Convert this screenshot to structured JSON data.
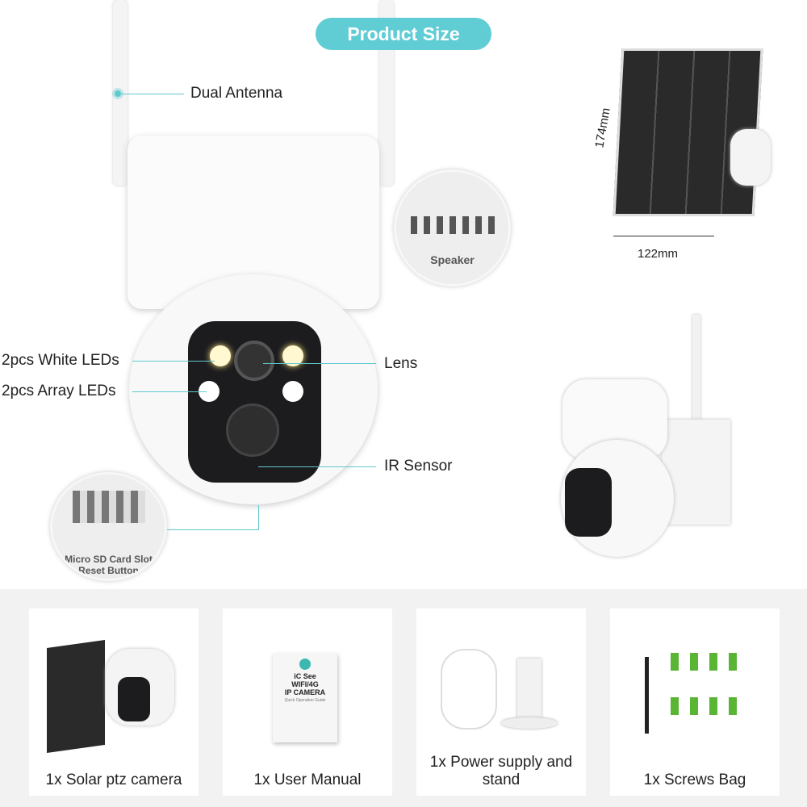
{
  "header": {
    "title": "Product Size"
  },
  "callouts": {
    "antenna": "Dual Antenna",
    "white_leds": "2pcs White LEDs",
    "array_leds": "2pcs Array LEDs",
    "lens": "Lens",
    "ir_sensor": "IR Sensor",
    "speaker": "Speaker",
    "sd_slot": "Micro SD Card Slot",
    "reset": "Reset Button"
  },
  "solar_panel": {
    "height": "174mm",
    "width": "122mm"
  },
  "manual": {
    "brand": "iC See",
    "line1": "WIFI/4G",
    "line2": "IP CAMERA",
    "subtitle": "Quick Operation Guide"
  },
  "package": [
    {
      "label": "1x Solar ptz camera"
    },
    {
      "label": "1x User Manual"
    },
    {
      "label": "1x Power supply and stand"
    },
    {
      "label": "1x Screws Bag"
    }
  ],
  "colors": {
    "accent": "#5fcdd3",
    "panel": "#2a2a2a",
    "background": "#f2f2f2"
  }
}
